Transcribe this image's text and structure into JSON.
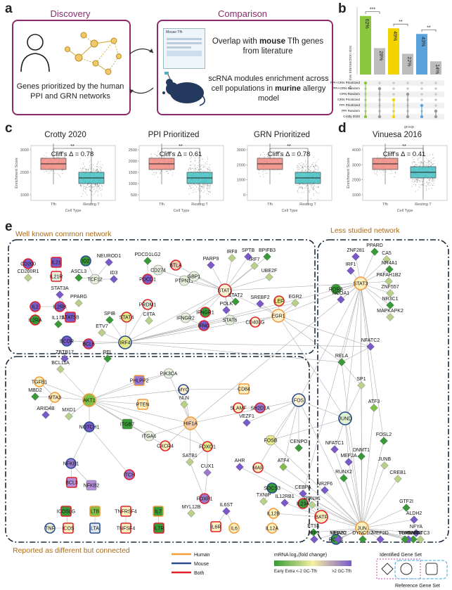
{
  "panel_labels": {
    "a": "a",
    "b": "b",
    "c": "c",
    "d": "d",
    "e": "e"
  },
  "panel_a": {
    "discovery_title": "Discovery",
    "comparison_title": "Comparison",
    "discovery_text": "Genes prioritized by the human PPI and GRN networks",
    "overlap_text_1": "Overlap with ",
    "overlap_bold": "mouse",
    "overlap_text_2": " Tfh genes from literature",
    "doc_title": "Mouse Tfh",
    "scrna_text_1": "scRNA modules enrichment across cell populations in ",
    "scrna_bold": "murine",
    "scrna_text_2": " allergy model"
  },
  "panel_b": {
    "ylabel": "Inclusive intersection size",
    "xlabel": "group",
    "bars": [
      {
        "label": "62%",
        "color": "#8cc63f"
      },
      {
        "label": "28%",
        "color": "#bdbdbd"
      },
      {
        "label": "49%",
        "color": "#f2d500"
      },
      {
        "label": "22%",
        "color": "#bdbdbd"
      },
      {
        "label": "43%",
        "color": "#5aa3dc"
      },
      {
        "label": "14%",
        "color": "#bdbdbd"
      }
    ],
    "sig": [
      "***",
      "**",
      "**"
    ],
    "groups": [
      "PPI+GRN Prioritized",
      "PPI+GRN Random",
      "GRN Random",
      "GRN Prioritized",
      "PPI Prioritized",
      "PPI Random",
      "Crotty 2020"
    ]
  },
  "chart_data": [
    {
      "type": "bar",
      "title": "",
      "xlabel": "group",
      "ylabel": "Inclusive intersection size",
      "categories": [
        "PPI+GRN Prioritized",
        "PPI+GRN Random",
        "GRN Prioritized",
        "GRN Random",
        "PPI Prioritized",
        "PPI Random"
      ],
      "values": [
        62,
        28,
        49,
        22,
        43,
        14
      ],
      "unit": "%"
    },
    {
      "type": "box",
      "title": "Crotty 2020",
      "xlabel": "Cell Type",
      "ylabel": "Enrichment Score",
      "categories": [
        "Tfh",
        "Resting T"
      ],
      "annotation": "Cliff's Δ = 0.78",
      "sig": "**"
    },
    {
      "type": "box",
      "title": "PPI Prioritized",
      "xlabel": "Cell Type",
      "categories": [
        "Tfh",
        "Resting T"
      ],
      "annotation": "Cliff's Δ = 0.61",
      "sig": "**"
    },
    {
      "type": "box",
      "title": "GRN Prioritized",
      "xlabel": "Cell Type",
      "categories": [
        "Tfh",
        "Resting T"
      ],
      "annotation": "Cliff's Δ = 0.78",
      "sig": "**"
    },
    {
      "type": "box",
      "title": "Vinuesa 2016",
      "xlabel": "Cell Type",
      "ylabel": "Enrichment Score",
      "categories": [
        "Tfh",
        "Resting T"
      ],
      "annotation": "Cliff's Δ = 0.41",
      "sig": "**"
    }
  ],
  "panel_c": {
    "ylabel": "Enrichment Score",
    "xlabel": "Cell Type",
    "cat_tfh": "Tfh",
    "cat_rest": "Resting T",
    "plots": [
      {
        "title": "Crotty 2020",
        "delta": "Cliff's Δ = 0.78",
        "sig": "**",
        "ticks": [
          "1000",
          "2000",
          "3000"
        ]
      },
      {
        "title": "PPI Prioritized",
        "delta": "Cliff's Δ = 0.61",
        "sig": "**",
        "ticks": [
          "500",
          "1000",
          "1500",
          "2000",
          "2500"
        ]
      },
      {
        "title": "GRN Prioritized",
        "delta": "Cliff's Δ = 0.78",
        "sig": "**",
        "ticks": [
          "0",
          "1000",
          "2000",
          "3000"
        ]
      },
      {
        "title": "Vinuesa 2016",
        "delta": "Cliff's Δ = 0.41",
        "sig": "**",
        "ticks": [
          "1000",
          "2000",
          "3000",
          "4000"
        ]
      }
    ]
  },
  "panel_e": {
    "region_common": "Well known common network",
    "region_less": "Less studied network",
    "region_diff": "Reported as different but connected",
    "legend_human": "Human",
    "legend_mouse": "Mouse",
    "legend_both": "Both",
    "legend_fc_title": "mRNA log₂(fold change)",
    "legend_fc_low": "Early Extra <-2 GC-Tfh",
    "legend_fc_high": ">2 GC-Tfh",
    "legend_identified": "Identified Gene Set",
    "legend_reference": "Reference Gene Set",
    "colors": {
      "human": "#f39c3a",
      "mouse": "#2a4d8f",
      "both": "#e0222a"
    },
    "genes": [
      "CD200",
      "IL21",
      "ID2",
      "NEUROD1",
      "PDCD1LG2",
      "CD200R1",
      "IL21R",
      "ASCL3",
      "TCF12",
      "ID3",
      "PDCD1",
      "CD274",
      "BTLA",
      "PTPN11",
      "IRF8",
      "SPTB",
      "BPIFB3",
      "IRF7",
      "PARP9",
      "GBP1",
      "UBE2F",
      "STAT3A",
      "IL2RB",
      "PPARG",
      "STAT5B",
      "IL2",
      "IL2RA",
      "IL17A",
      "PRDM1",
      "CIITA",
      "STAT4",
      "SPIB",
      "IFNGR2",
      "IFNGR1",
      "IFNG",
      "STAT1",
      "POLK",
      "STAT2",
      "STAT6",
      "SREBF2",
      "LEF",
      "EGR2",
      "EGR1",
      "CD40LG",
      "ETV7",
      "BCOR",
      "BCL6",
      "IRF4",
      "ZBTB17",
      "REL",
      "BCL11A",
      "TGFB1",
      "MBD2",
      "MTA3",
      "ARID4B",
      "PHLPP2",
      "PTEN",
      "PIK3CA",
      "MYC",
      "NLN",
      "CD84",
      "AKT1",
      "MXD1",
      "NOTCH1",
      "ITGB7",
      "ITGA4",
      "HIF1A",
      "SLAMF",
      "SH2D1A",
      "VEZF1",
      "FOS",
      "FOSB",
      "CENPO",
      "CXCR4",
      "FOXO1",
      "AHR",
      "MAF",
      "ATF4",
      "NFKB1",
      "ITCH",
      "SATB1",
      "CUX1",
      "BCL3",
      "NFKB2",
      "FOXP1",
      "SOCS3",
      "TXNIP",
      "CEBPA",
      "IL12RB1",
      "IL23A",
      "IL6ST",
      "IL12B",
      "IL12A",
      "IL6R",
      "IL6",
      "ICOSLG",
      "LTB",
      "TNFRSF4",
      "IL7",
      "TNF",
      "ICOS",
      "LTA",
      "TNFSF4",
      "IL7R",
      "MYL12B",
      "ZNF281",
      "PPARD",
      "CA5",
      "IRF1",
      "NR4A1",
      "PAFAH1B2",
      "RORA",
      "STAT3",
      "ZNF557",
      "NCOA1",
      "NR3C1",
      "MAPKAPK2",
      "NFATC2",
      "RELA",
      "SP1",
      "ATF3",
      "JUND",
      "FOSL2",
      "NFATC1",
      "DNMT1",
      "JUNB",
      "MEF2A",
      "RUNX2",
      "CREB1",
      "NR2F6",
      "GTF2I",
      "RUNX1",
      "ALDH2",
      "BATF",
      "JUN",
      "NFYA",
      "ETS1",
      "NFATC3",
      "IRF3",
      "PRMT3",
      "UBA52",
      "TOMM20",
      "YBX1",
      "RORC",
      "MEF2C",
      "DYNC1I2",
      "MEF2D"
    ]
  }
}
